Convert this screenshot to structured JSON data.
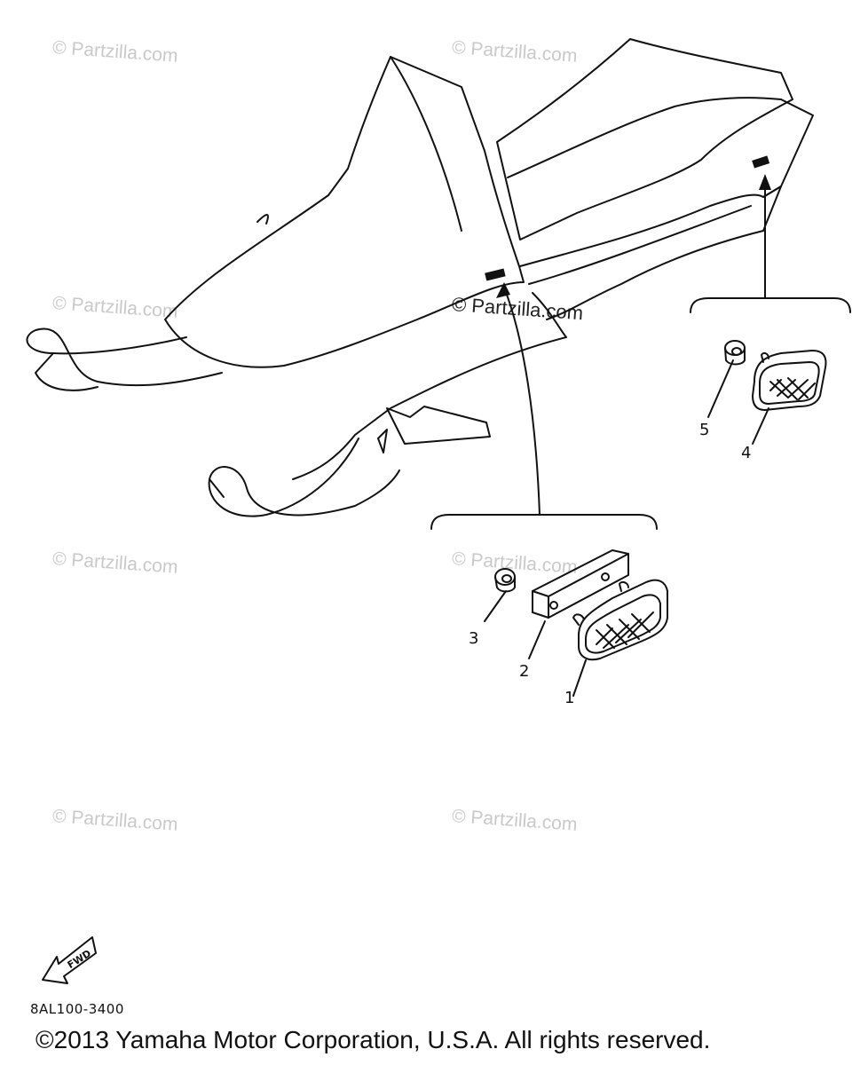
{
  "watermark": {
    "text": "© Partzilla.com",
    "color": "#c9c9c9"
  },
  "callouts": {
    "part_1": "1",
    "part_2": "2",
    "part_3": "3",
    "part_4": "4",
    "part_5": "5"
  },
  "fwd_label": "FWD",
  "diagram_code": "8AL100-3400",
  "copyright": "©2013 Yamaha Motor Corporation, U.S.A. All rights reserved.",
  "colors": {
    "line": "#111111",
    "background": "#ffffff"
  }
}
